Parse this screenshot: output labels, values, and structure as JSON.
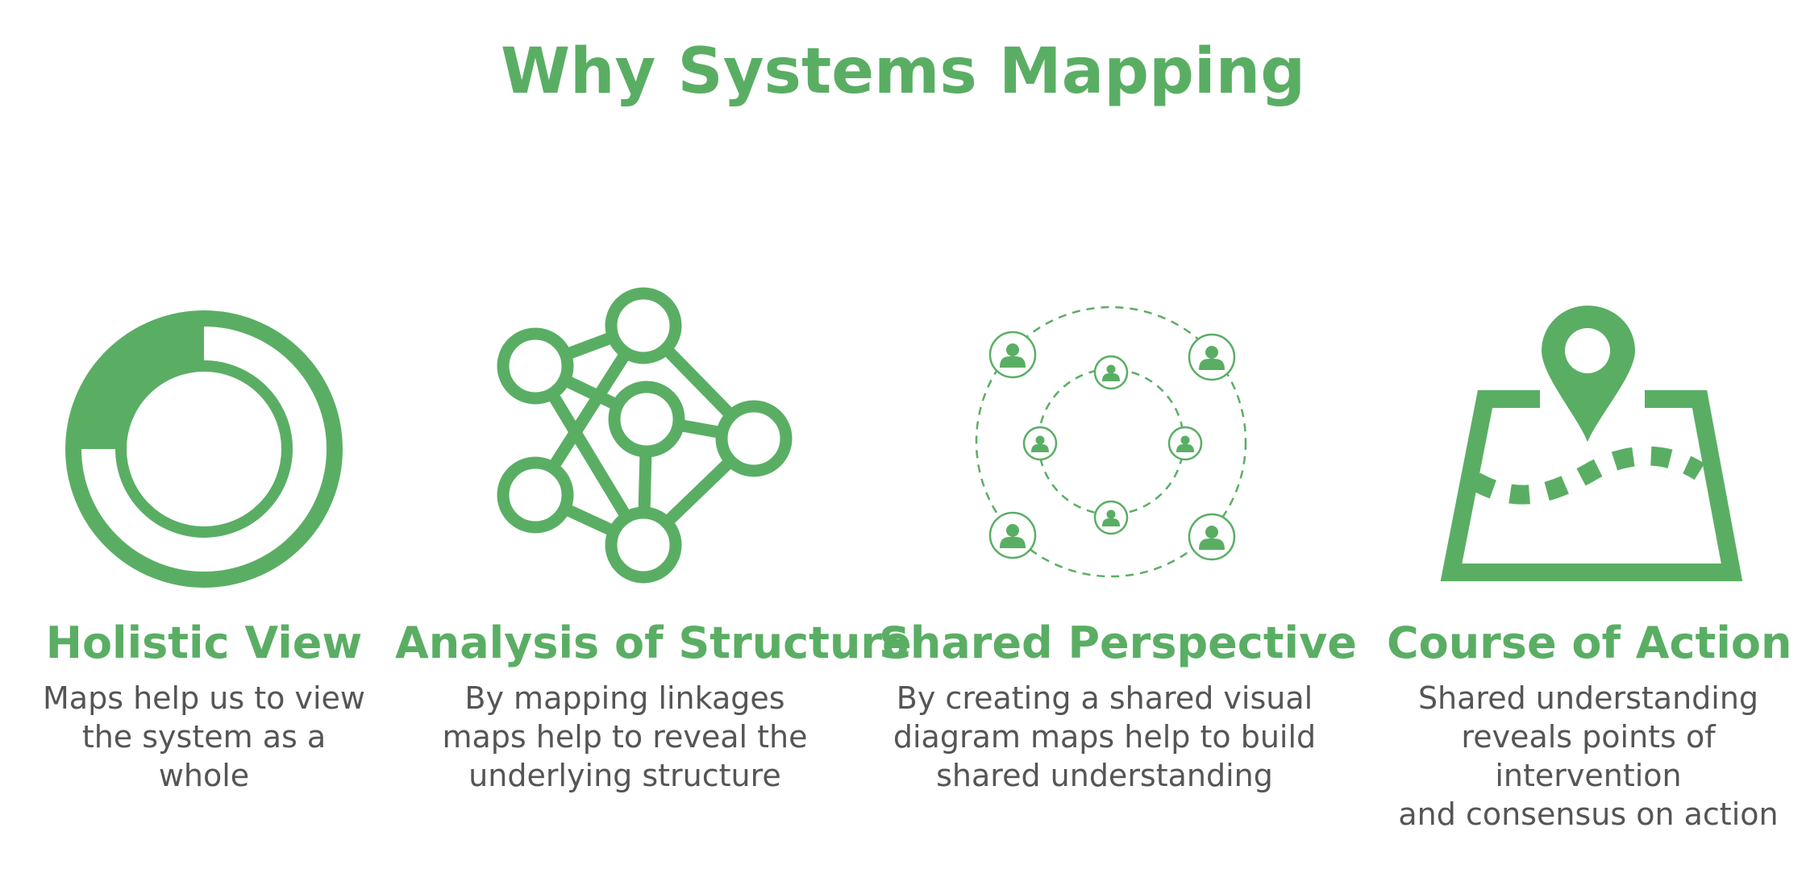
{
  "title": "Why Systems Mapping",
  "colors": {
    "accent": "#5aae64",
    "text": "#555555",
    "background": "#ffffff"
  },
  "cards": [
    {
      "icon": "holistic-ring-icon",
      "title": "Holistic View",
      "lines": [
        "Maps help us to view",
        "the system as a",
        "whole"
      ]
    },
    {
      "icon": "network-nodes-icon",
      "title": "Analysis of Structure",
      "lines": [
        "By mapping linkages",
        "maps help to reveal the",
        "underlying structure"
      ]
    },
    {
      "icon": "people-circle-icon",
      "title": "Shared Perspective",
      "lines": [
        "By creating a shared visual",
        "diagram maps help to build",
        "shared understanding"
      ]
    },
    {
      "icon": "map-pin-icon",
      "title": "Course of Action",
      "lines": [
        "Shared understanding",
        "reveals points of",
        "intervention",
        "and consensus on action"
      ]
    }
  ]
}
